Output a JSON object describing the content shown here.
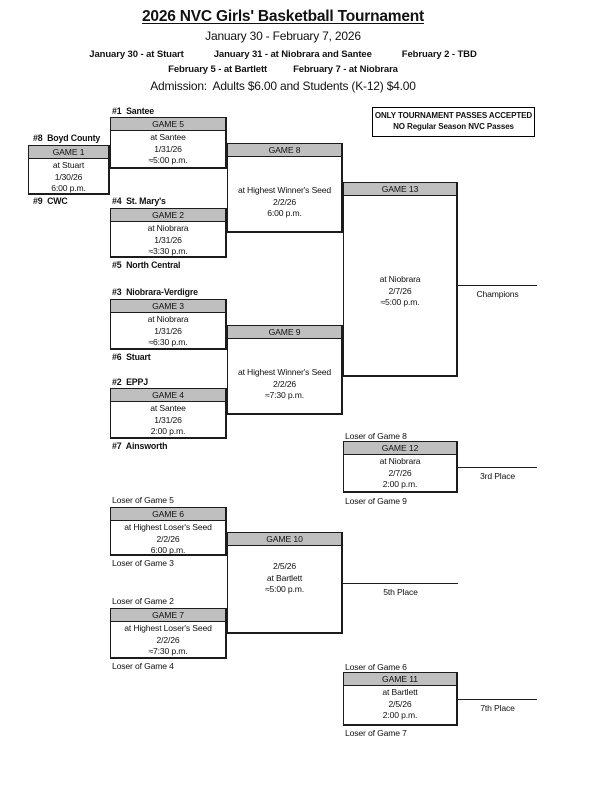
{
  "header": {
    "title": "2026 NVC Girls' Basketball Tournament",
    "date_range": "January 30 - February 7, 2026",
    "schedule_row1": [
      "January 30 - at Stuart",
      "January 31 - at Niobrara and Santee",
      "February 2 - TBD"
    ],
    "schedule_row2": [
      "February 5 - at Bartlett",
      "February 7 - at Niobrara"
    ],
    "admission": "Admission:  Adults $6.00 and Students (K-12) $4.00"
  },
  "notice": {
    "line1": "ONLY TOURNAMENT PASSES ACCEPTED",
    "line2": "NO Regular Season NVC Passes"
  },
  "games": {
    "g1": {
      "title": "GAME 1",
      "lines": [
        "at Stuart",
        "1/30/26",
        "6:00 p.m."
      ]
    },
    "g2": {
      "title": "GAME 2",
      "lines": [
        "at Niobrara",
        "1/31/26",
        "≈3:30 p.m."
      ]
    },
    "g3": {
      "title": "GAME 3",
      "lines": [
        "at Niobrara",
        "1/31/26",
        "≈6:30 p.m."
      ]
    },
    "g4": {
      "title": "GAME 4",
      "lines": [
        "at Santee",
        "1/31/26",
        "2:00 p.m."
      ]
    },
    "g5": {
      "title": "GAME 5",
      "lines": [
        "at Santee",
        "1/31/26",
        "≈5:00 p.m."
      ]
    },
    "g6": {
      "title": "GAME 6",
      "lines": [
        "at Highest Loser's Seed",
        "2/2/26",
        "6:00 p.m."
      ]
    },
    "g7": {
      "title": "GAME 7",
      "lines": [
        "at Highest Loser's Seed",
        "2/2/26",
        "≈7:30 p.m."
      ]
    },
    "g8": {
      "title": "GAME 8",
      "lines": [
        "at Highest Winner's Seed",
        "2/2/26",
        "6:00 p.m."
      ]
    },
    "g9": {
      "title": "GAME 9",
      "lines": [
        "at Highest Winner's Seed",
        "2/2/26",
        "≈7:30 p.m."
      ]
    },
    "g10": {
      "title": "GAME 10",
      "lines": [
        "2/5/26",
        "at Bartlett",
        "≈5:00 p.m."
      ]
    },
    "g11": {
      "title": "GAME 11",
      "lines": [
        "at Bartlett",
        "2/5/26",
        "2:00 p.m."
      ]
    },
    "g12": {
      "title": "GAME 12",
      "lines": [
        "at Niobrara",
        "2/7/26",
        "2:00 p.m."
      ]
    },
    "g13": {
      "title": "GAME 13",
      "lines": [
        "at Niobrara",
        "2/7/26",
        "≈5:00 p.m."
      ]
    }
  },
  "labels": {
    "seed_1": "#1  Santee",
    "seed_2": "#2  EPPJ",
    "seed_3": "#3  Niobrara-Verdigre",
    "seed_4": "#4  St. Mary's",
    "seed_5": "#5  North Central",
    "seed_6": "#6  Stuart",
    "seed_7": "#7  Ainsworth",
    "seed_8": "#8  Boyd County",
    "seed_9": "#9  CWC",
    "loser_g2": "Loser of Game 2",
    "loser_g3": "Loser of Game 3",
    "loser_g4": "Loser of Game 4",
    "loser_g5": "Loser of Game 5",
    "loser_g6": "Loser of Game 6",
    "loser_g7": "Loser of Game 7",
    "loser_g8": "Loser of Game 8",
    "loser_g9": "Loser of Game 9"
  },
  "placements": {
    "champions": "Champions",
    "third": "3rd Place",
    "fifth": "5th Place",
    "seventh": "7th Place"
  },
  "colors": {
    "game_header_fill": "#bfbfbf",
    "line_color": "#1c1c1c",
    "text_color": "#111111"
  }
}
